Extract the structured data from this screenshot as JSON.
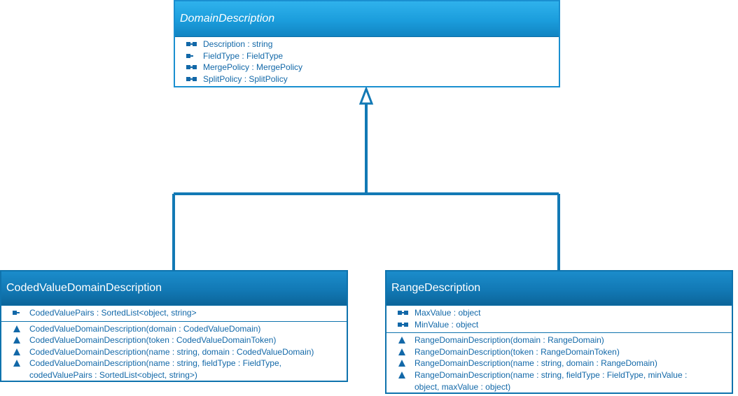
{
  "colors": {
    "header_light": "#1b9ddc",
    "header_dark": "#1279b5",
    "connector": "#1279b5",
    "member_text": "#1268a8"
  },
  "classes": {
    "domain_description": {
      "name": "DomainDescription",
      "abstract": true,
      "properties": [
        {
          "kind": "property-icon",
          "text": "Description : string"
        },
        {
          "kind": "field-icon",
          "text": "FieldType : FieldType"
        },
        {
          "kind": "property-icon",
          "text": "MergePolicy : MergePolicy"
        },
        {
          "kind": "property-icon",
          "text": "SplitPolicy : SplitPolicy"
        }
      ]
    },
    "coded_value_domain_description": {
      "name": "CodedValueDomainDescription",
      "properties": [
        {
          "kind": "field-icon",
          "text": "CodedValuePairs : SortedList<object, string>"
        }
      ],
      "constructors": [
        {
          "kind": "constructor-icon",
          "text": "CodedValueDomainDescription(domain : CodedValueDomain)"
        },
        {
          "kind": "constructor-icon",
          "text": "CodedValueDomainDescription(token : CodedValueDomainToken)"
        },
        {
          "kind": "constructor-icon",
          "text": "CodedValueDomainDescription(name : string, domain : CodedValueDomain)"
        },
        {
          "kind": "constructor-icon",
          "text": "CodedValueDomainDescription(name : string, fieldType : FieldType, codedValuePairs : SortedList<object, string>)"
        }
      ]
    },
    "range_description": {
      "name": "RangeDescription",
      "properties": [
        {
          "kind": "property-icon",
          "text": "MaxValue : object"
        },
        {
          "kind": "property-icon",
          "text": "MinValue : object"
        }
      ],
      "constructors": [
        {
          "kind": "constructor-icon",
          "text": "RangeDomainDescription(domain : RangeDomain)"
        },
        {
          "kind": "constructor-icon",
          "text": "RangeDomainDescription(token : RangeDomainToken)"
        },
        {
          "kind": "constructor-icon",
          "text": "RangeDomainDescription(name : string, domain : RangeDomain)"
        },
        {
          "kind": "constructor-icon",
          "text": "RangeDomainDescription(name : string, fieldType : FieldType, minValue : object, maxValue : object)"
        }
      ]
    }
  }
}
